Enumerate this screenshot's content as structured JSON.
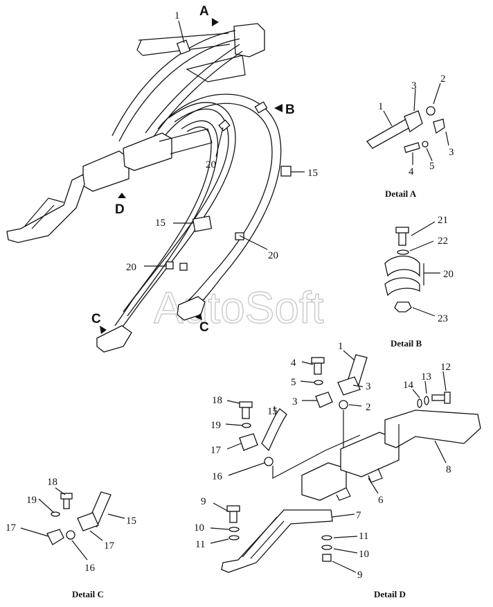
{
  "watermark": "AutoSoft",
  "views": {
    "A": "A",
    "B": "B",
    "C": "C",
    "D": "D"
  },
  "captions": {
    "detail_a": "Detail A",
    "detail_b": "Detail B",
    "detail_c": "Detail C",
    "detail_d": "Detail D"
  },
  "main_labels": {
    "l1": "1",
    "l15a": "15",
    "l15b": "15",
    "l20a": "20",
    "l20b": "20",
    "l20c": "20"
  },
  "detail_a_labels": {
    "l1": "1",
    "l2": "2",
    "l3a": "3",
    "l3b": "3",
    "l4": "4",
    "l5": "5"
  },
  "detail_b_labels": {
    "l20": "20",
    "l21": "21",
    "l22": "22",
    "l23": "23"
  },
  "detail_c_labels": {
    "l15": "15",
    "l16": "16",
    "l17a": "17",
    "l17b": "17",
    "l18": "18",
    "l19": "19"
  },
  "detail_d_labels": {
    "l1": "1",
    "l2": "2",
    "l3a": "3",
    "l3b": "3",
    "l4": "4",
    "l5": "5",
    "l6": "6",
    "l7": "7",
    "l8": "8",
    "l9a": "9",
    "l9b": "9",
    "l10a": "10",
    "l10b": "10",
    "l11a": "11",
    "l11b": "11",
    "l12": "12",
    "l13": "13",
    "l14": "14",
    "l15": "15",
    "l16": "16",
    "l17": "17",
    "l18": "18",
    "l19": "19"
  }
}
